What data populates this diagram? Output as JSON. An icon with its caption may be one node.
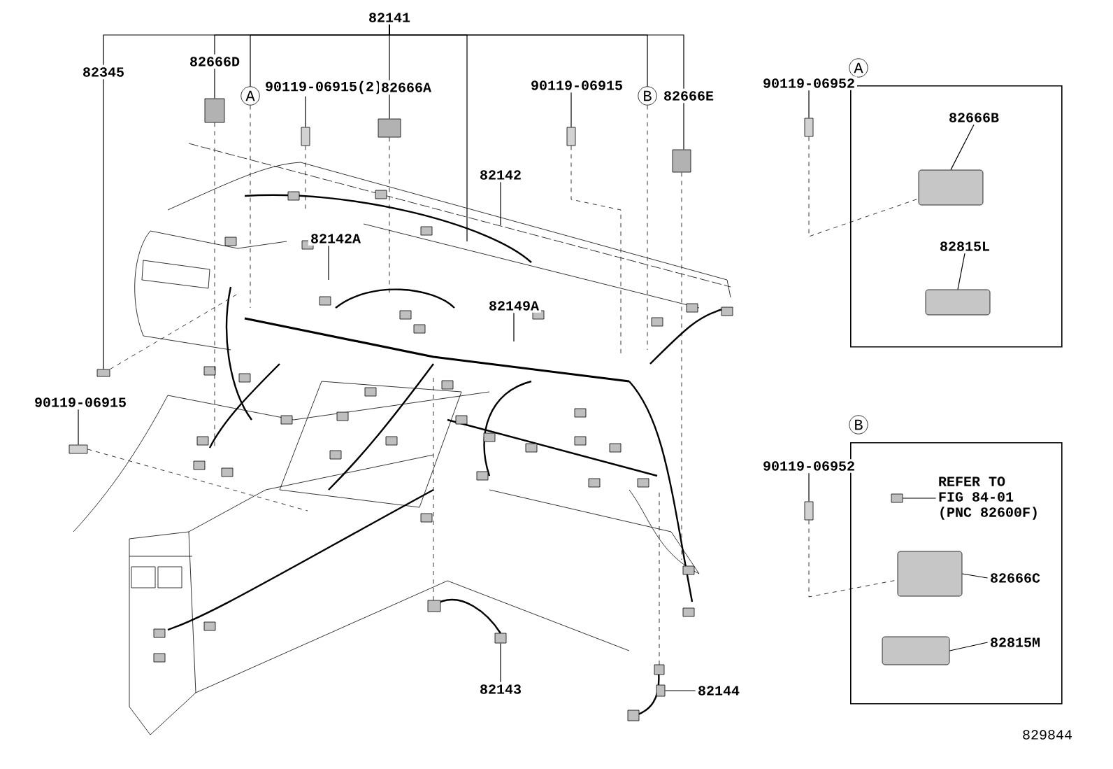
{
  "diagram": {
    "nodes": [
      {
        "text": [
          "82141"
        ]
      },
      {
        "text": [
          "82345"
        ]
      },
      {
        "text": [
          "82666D"
        ]
      },
      {
        "text": [
          "A"
        ]
      },
      {
        "text": [
          "90119-06915(2)"
        ]
      },
      {
        "text": [
          "82666A"
        ]
      },
      {
        "text": [
          "90119-06915"
        ]
      },
      {
        "text": [
          "B"
        ]
      },
      {
        "text": [
          "82666E"
        ]
      },
      {
        "text": [
          "82142"
        ]
      },
      {
        "text": [
          "82142A"
        ]
      },
      {
        "text": [
          "82149A"
        ]
      },
      {
        "text": [
          "90119-06915"
        ]
      },
      {
        "text": [
          "82143"
        ]
      },
      {
        "text": [
          "82144"
        ]
      },
      {
        "text": [
          "A"
        ]
      },
      {
        "text": [],
        "shape": "box"
      },
      {
        "text": [
          "82666B"
        ],
        "in": 16
      },
      {
        "text": [
          "82815L"
        ],
        "in": 16
      },
      {
        "text": [
          "90119-06952"
        ]
      },
      {
        "text": [
          "B"
        ]
      },
      {
        "text": [],
        "shape": "box"
      },
      {
        "text": [
          "REFER TO",
          "FIG 84-01",
          "(PNC 82600F)"
        ],
        "in": 21
      },
      {
        "text": [],
        "shape": "box",
        "in": 21
      },
      {
        "text": [
          "82666C"
        ],
        "in": 21
      },
      {
        "text": [
          "82815M"
        ],
        "in": 21
      },
      {
        "text": [
          "90119-06952"
        ]
      },
      {
        "text": [],
        "shape": "box"
      },
      {
        "text": [],
        "shape": "box"
      },
      {
        "text": [],
        "shape": "box"
      },
      {
        "text": [],
        "shape": "box"
      },
      {
        "text": [],
        "shape": "box"
      },
      {
        "text": [],
        "shape": "box"
      },
      {
        "text": [],
        "shape": "box"
      },
      {
        "text": [],
        "shape": "box"
      },
      {
        "text": [],
        "shape": "box"
      },
      {
        "text": [],
        "shape": "box"
      },
      {
        "text": [],
        "shape": "box",
        "in": 16
      },
      {
        "text": [],
        "shape": "box",
        "in": 16
      },
      {
        "text": [],
        "shape": "box"
      },
      {
        "text": [],
        "shape": "box",
        "in": 21
      },
      {
        "text": [],
        "shape": "box",
        "in": 21
      }
    ],
    "edges": [
      {
        "from": 0,
        "to": 1,
        "arrow": "none"
      },
      {
        "from": 0,
        "to": 2,
        "arrow": "none"
      },
      {
        "from": 0,
        "to": 3,
        "arrow": "none"
      },
      {
        "from": 0,
        "to": 5,
        "arrow": "none"
      },
      {
        "from": 0,
        "to": null,
        "arrow": "none"
      },
      {
        "from": 0,
        "to": 7,
        "arrow": "none"
      },
      {
        "from": 0,
        "to": 8,
        "arrow": "none"
      },
      {
        "from": 1,
        "to": 27,
        "arrow": "none"
      },
      {
        "from": 2,
        "to": 28,
        "arrow": "none"
      },
      {
        "from": 3,
        "to": null,
        "arrow": "none",
        "style": "dashed"
      },
      {
        "from": 4,
        "to": 29,
        "arrow": "none"
      },
      {
        "from": 5,
        "to": 30,
        "arrow": "none"
      },
      {
        "from": 6,
        "to": 31,
        "arrow": "none"
      },
      {
        "from": 7,
        "to": null,
        "arrow": "none",
        "style": "dashed"
      },
      {
        "from": 8,
        "to": 32,
        "arrow": "none"
      },
      {
        "from": 9,
        "to": null,
        "arrow": "none"
      },
      {
        "from": 10,
        "to": null,
        "arrow": "none"
      },
      {
        "from": 11,
        "to": null,
        "arrow": "none"
      },
      {
        "from": 12,
        "to": 33,
        "arrow": "none"
      },
      {
        "from": 13,
        "to": 34,
        "arrow": "none"
      },
      {
        "from": 14,
        "to": 35,
        "arrow": "none"
      },
      {
        "from": 19,
        "to": 36,
        "arrow": "none"
      },
      {
        "from": 36,
        "to": 37,
        "arrow": "none",
        "style": "dashed"
      },
      {
        "from": 17,
        "to": 37,
        "arrow": "none"
      },
      {
        "from": 18,
        "to": 38,
        "arrow": "none"
      },
      {
        "from": 26,
        "to": 39,
        "arrow": "none"
      },
      {
        "from": 39,
        "to": 40,
        "arrow": "none",
        "style": "dashed"
      },
      {
        "from": 22,
        "to": 23,
        "arrow": "none"
      },
      {
        "from": 24,
        "to": 40,
        "arrow": "none"
      },
      {
        "from": 25,
        "to": 41,
        "arrow": "none"
      },
      {
        "from": 27,
        "to": null,
        "arrow": "none",
        "style": "dashed"
      },
      {
        "from": 28,
        "to": null,
        "arrow": "none",
        "style": "dashed"
      },
      {
        "from": 29,
        "to": null,
        "arrow": "none",
        "style": "dashed"
      },
      {
        "from": 30,
        "to": null,
        "arrow": "none",
        "style": "dashed"
      },
      {
        "from": 31,
        "to": null,
        "arrow": "none",
        "style": "dashed"
      },
      {
        "from": 32,
        "to": null,
        "arrow": "none",
        "style": "dashed"
      },
      {
        "from": 33,
        "to": null,
        "arrow": "none",
        "style": "dashed"
      }
    ],
    "labels": [
      "829844"
    ]
  }
}
